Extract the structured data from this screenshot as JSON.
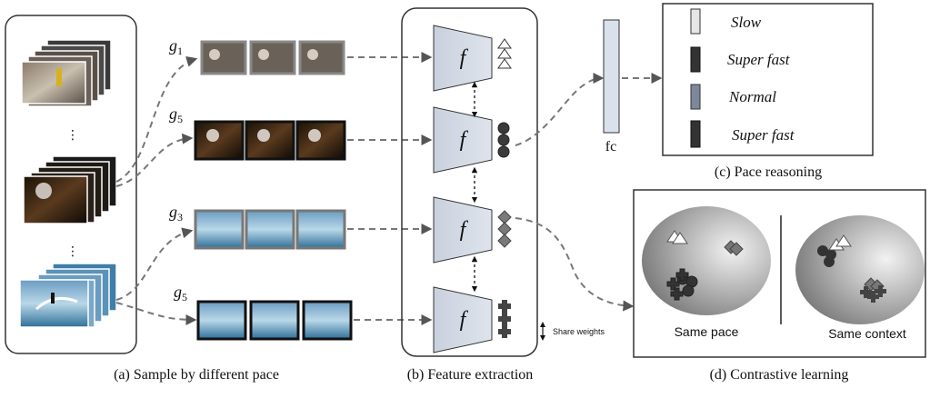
{
  "panels": {
    "a": {
      "caption": "(a) Sample by different pace"
    },
    "b": {
      "caption": "(b) Feature extraction",
      "encoder_label": "f",
      "share_label": "Share weights"
    },
    "c": {
      "caption": "(c) Pace reasoning",
      "fc_label": "fc",
      "legend": [
        {
          "label": "Slow",
          "color": "#e6e6e6"
        },
        {
          "label": "Super fast",
          "color": "#333333"
        },
        {
          "label": "Normal",
          "color": "#7d889c"
        },
        {
          "label": "Super fast",
          "color": "#333333"
        }
      ]
    },
    "d": {
      "caption": "(d) Contrastive learning",
      "left_label": "Same pace",
      "right_label": "Same context"
    }
  },
  "paces": [
    {
      "name": "g",
      "sub": "1",
      "shape": "triangle"
    },
    {
      "name": "g",
      "sub": "5",
      "shape": "circle"
    },
    {
      "name": "g",
      "sub": "3",
      "shape": "diamond"
    },
    {
      "name": "g",
      "sub": "5",
      "shape": "cross"
    }
  ],
  "ellipsis": "⋮"
}
